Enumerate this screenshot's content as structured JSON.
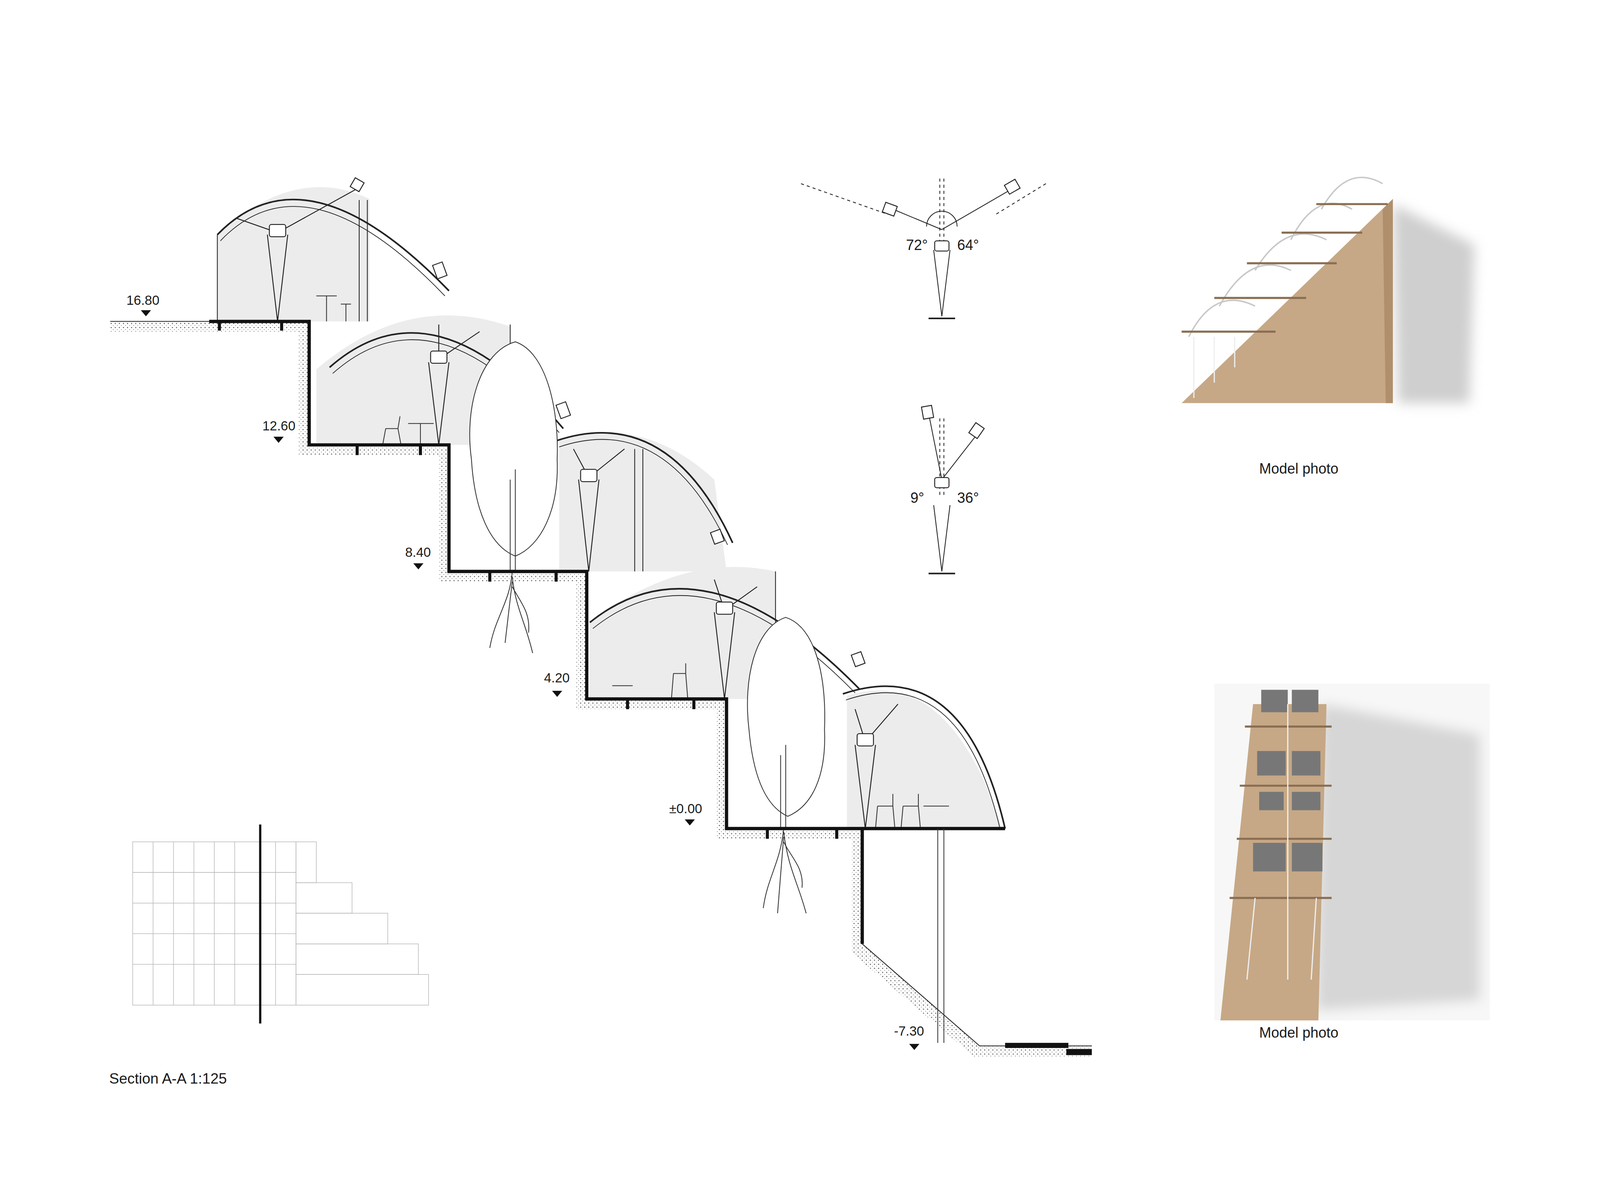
{
  "diagram": {
    "caption": "Section A-A 1:125",
    "labels": [
      "16.80",
      "12.60",
      "8.40",
      "4.20",
      "±0.00",
      "-7.30",
      "72°",
      "64°",
      "9°",
      "36°",
      "Model photo",
      "Model photo"
    ]
  }
}
